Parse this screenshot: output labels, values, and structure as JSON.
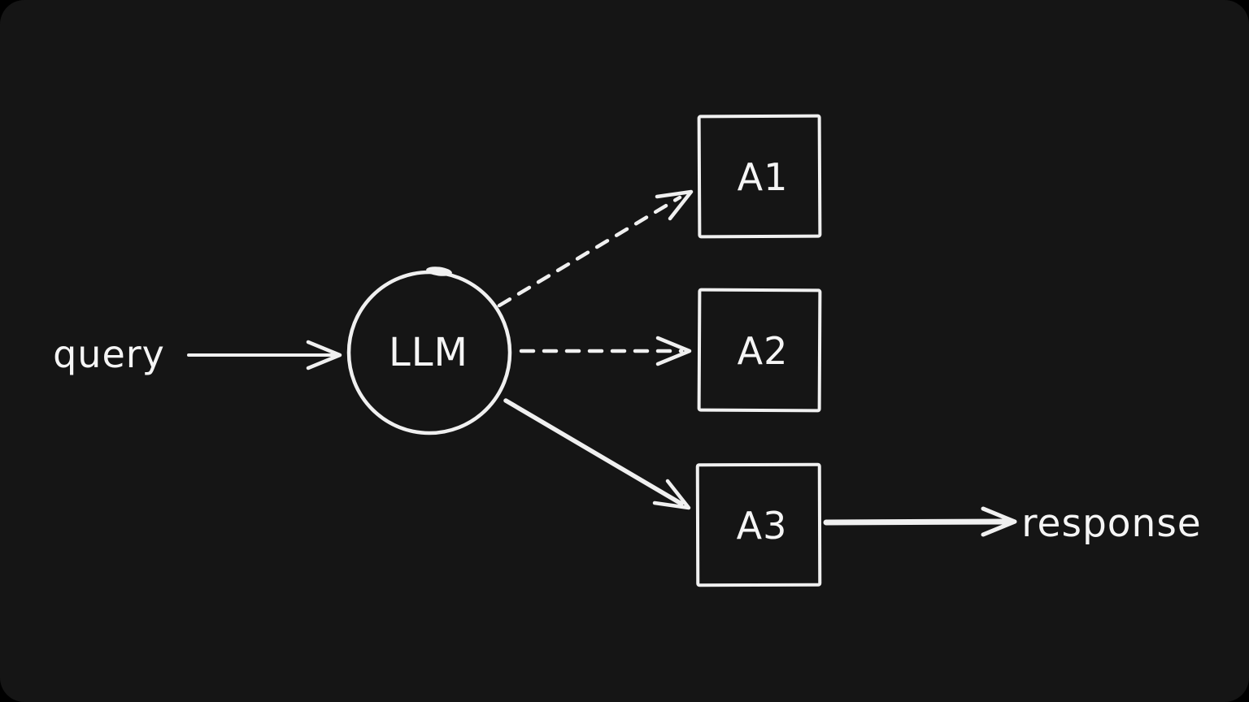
{
  "canvas": {
    "background": "#000000",
    "surface": "#151515",
    "stroke_color": "#f0f0f0",
    "text_color": "#f5f5f5"
  },
  "diagram": {
    "input_label": "query",
    "llm_label": "LLM",
    "agent1_label": "A1",
    "agent2_label": "A2",
    "agent3_label": "A3",
    "output_label": "response",
    "edges": [
      {
        "from": "query",
        "to": "LLM",
        "style": "solid"
      },
      {
        "from": "LLM",
        "to": "A1",
        "style": "dashed"
      },
      {
        "from": "LLM",
        "to": "A2",
        "style": "dashed"
      },
      {
        "from": "LLM",
        "to": "A3",
        "style": "solid"
      },
      {
        "from": "A3",
        "to": "response",
        "style": "solid"
      }
    ]
  }
}
